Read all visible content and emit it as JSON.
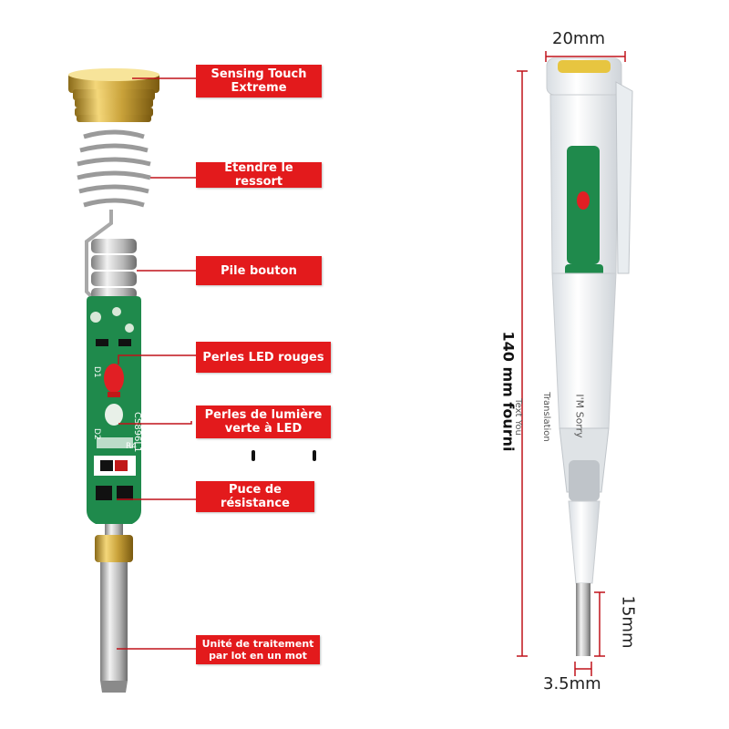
{
  "labels": {
    "sensing_touch": [
      "Sensing Touch",
      "Extreme"
    ],
    "ressort": [
      "Étendre le ressort"
    ],
    "pile": [
      "Pile bouton"
    ],
    "led_rouges": [
      "Perles LED rouges"
    ],
    "led_verte": [
      "Perles de lumière",
      "verte à LED"
    ],
    "puce": [
      "Puce de",
      "résistance"
    ],
    "unite": [
      "Unité de traitement",
      "par lot en un mot"
    ]
  },
  "dimensions": {
    "width_top": "20mm",
    "length": "140 mm fourni",
    "tip_length": "15mm",
    "tip_width": "3.5mm"
  },
  "pen_text": {
    "line1": "I'M Sorry",
    "line2": "Translation",
    "line3": "Text You"
  },
  "pcb_text": {
    "model": "CS896L1",
    "d1": "D1",
    "d2": "D2",
    "r4": "R4"
  },
  "colors": {
    "label_bg": "#e31a1c",
    "pcb_green": "#1f8a4c",
    "brass": "#c9a23a",
    "dim_line": "#c0121a"
  }
}
